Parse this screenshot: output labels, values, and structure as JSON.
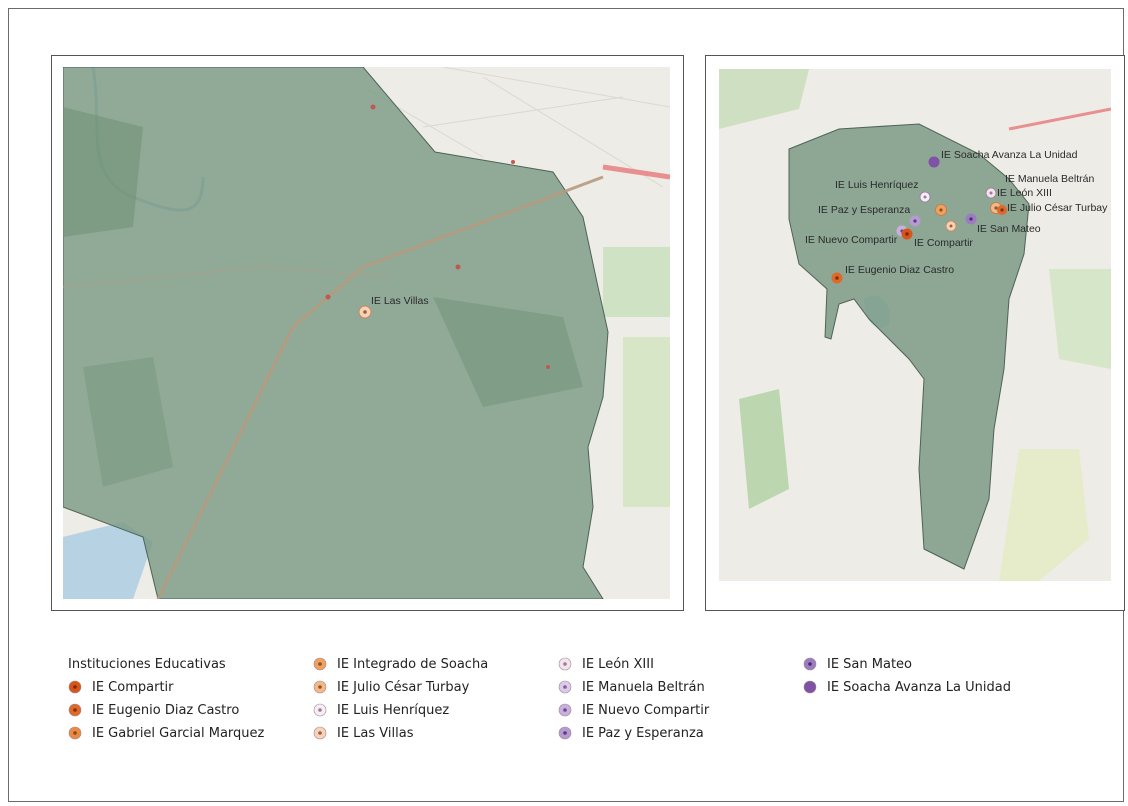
{
  "main_map": {
    "labels": [
      {
        "id": "las-villas",
        "text": "IE Las Villas"
      }
    ]
  },
  "overview_map": {
    "labels": [
      {
        "id": "soacha-avanza",
        "text": "IE Soacha Avanza La Unidad"
      },
      {
        "id": "manuela-beltran",
        "text": "IE Manuela Beltrán"
      },
      {
        "id": "luis-henriquez",
        "text": "IE Luis Henríquez"
      },
      {
        "id": "leon-xiii",
        "text": "IE León XIII"
      },
      {
        "id": "julio-cesar-turbay",
        "text": "IE Julio César Turbay"
      },
      {
        "id": "paz-y-esperanza",
        "text": "IE Paz y Esperanza"
      },
      {
        "id": "san-mateo",
        "text": "IE San Mateo"
      },
      {
        "id": "nuevo-compartir",
        "text": "IE Nuevo Compartir"
      },
      {
        "id": "compartir",
        "text": "IE Compartir"
      },
      {
        "id": "eugenio-diaz-castro",
        "text": "IE Eugenio Diaz Castro"
      }
    ]
  },
  "legend": {
    "title": "Instituciones Educativas",
    "items": [
      {
        "label": "IE Compartir",
        "color": "#d9541a",
        "center": "#7a2b08"
      },
      {
        "label": "IE Eugenio Diaz Castro",
        "color": "#e0692a",
        "center": "#7a3410"
      },
      {
        "label": "IE Gabriel Garcial Marquez",
        "color": "#ea8a45",
        "center": "#8a4a18"
      },
      {
        "label": "IE Integrado de Soacha",
        "color": "#f0a060",
        "center": "#8a5420"
      },
      {
        "label": "IE Julio César Turbay",
        "color": "#f5b888",
        "center": "#8a5a30"
      },
      {
        "label": "IE Luis Henríquez",
        "color": "#f6eef4",
        "center": "#9a7aa0"
      },
      {
        "label": "IE Las Villas",
        "color": "#f7d2b8",
        "center": "#9a6040"
      },
      {
        "label": "IE León XIII",
        "color": "#f2e4ee",
        "center": "#a07a96"
      },
      {
        "label": "IE Manuela Beltrán",
        "color": "#ddcae6",
        "center": "#8060a0"
      },
      {
        "label": "IE Nuevo Compartir",
        "color": "#c9b0dc",
        "center": "#6a4a90"
      },
      {
        "label": "IE Paz y Esperanza",
        "color": "#b69bd0",
        "center": "#5a3a80"
      },
      {
        "label": "IE San Mateo",
        "color": "#9c7cc0",
        "center": "#4a2a70"
      },
      {
        "label": "IE Soacha Avanza La Unidad",
        "color": "#7f52a6",
        "center": "#7f52a6"
      }
    ]
  }
}
